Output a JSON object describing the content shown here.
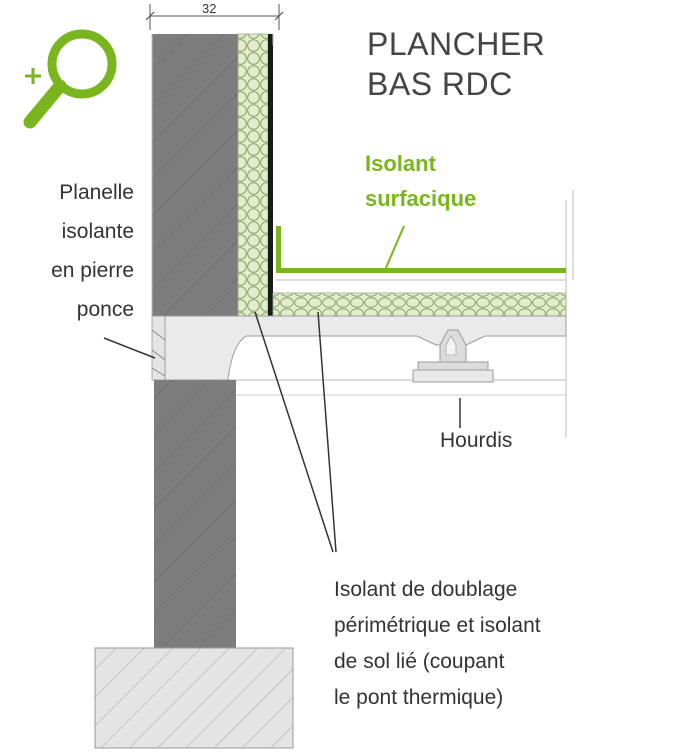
{
  "title": {
    "line1": "PLANCHER",
    "line2": "BAS RDC"
  },
  "dimension": "32",
  "labels": {
    "isolant_surfacique": [
      "Isolant",
      "surfacique"
    ],
    "planelle": [
      "Planelle",
      "isolante",
      "en pierre",
      "ponce"
    ],
    "hourdis": "Hourdis",
    "isolant_doublage": [
      "Isolant de doublage",
      "périmétrique et isolant",
      "de sol lié (coupant",
      "le pont thermique)"
    ]
  },
  "colors": {
    "accent_green": "#7ab51d",
    "insulation_fill": "#dfeecb",
    "wall_gray": "#7d7d7d",
    "slab_gray": "#eaeaea"
  },
  "icons": {
    "zoom": "magnifier-plus-icon"
  }
}
